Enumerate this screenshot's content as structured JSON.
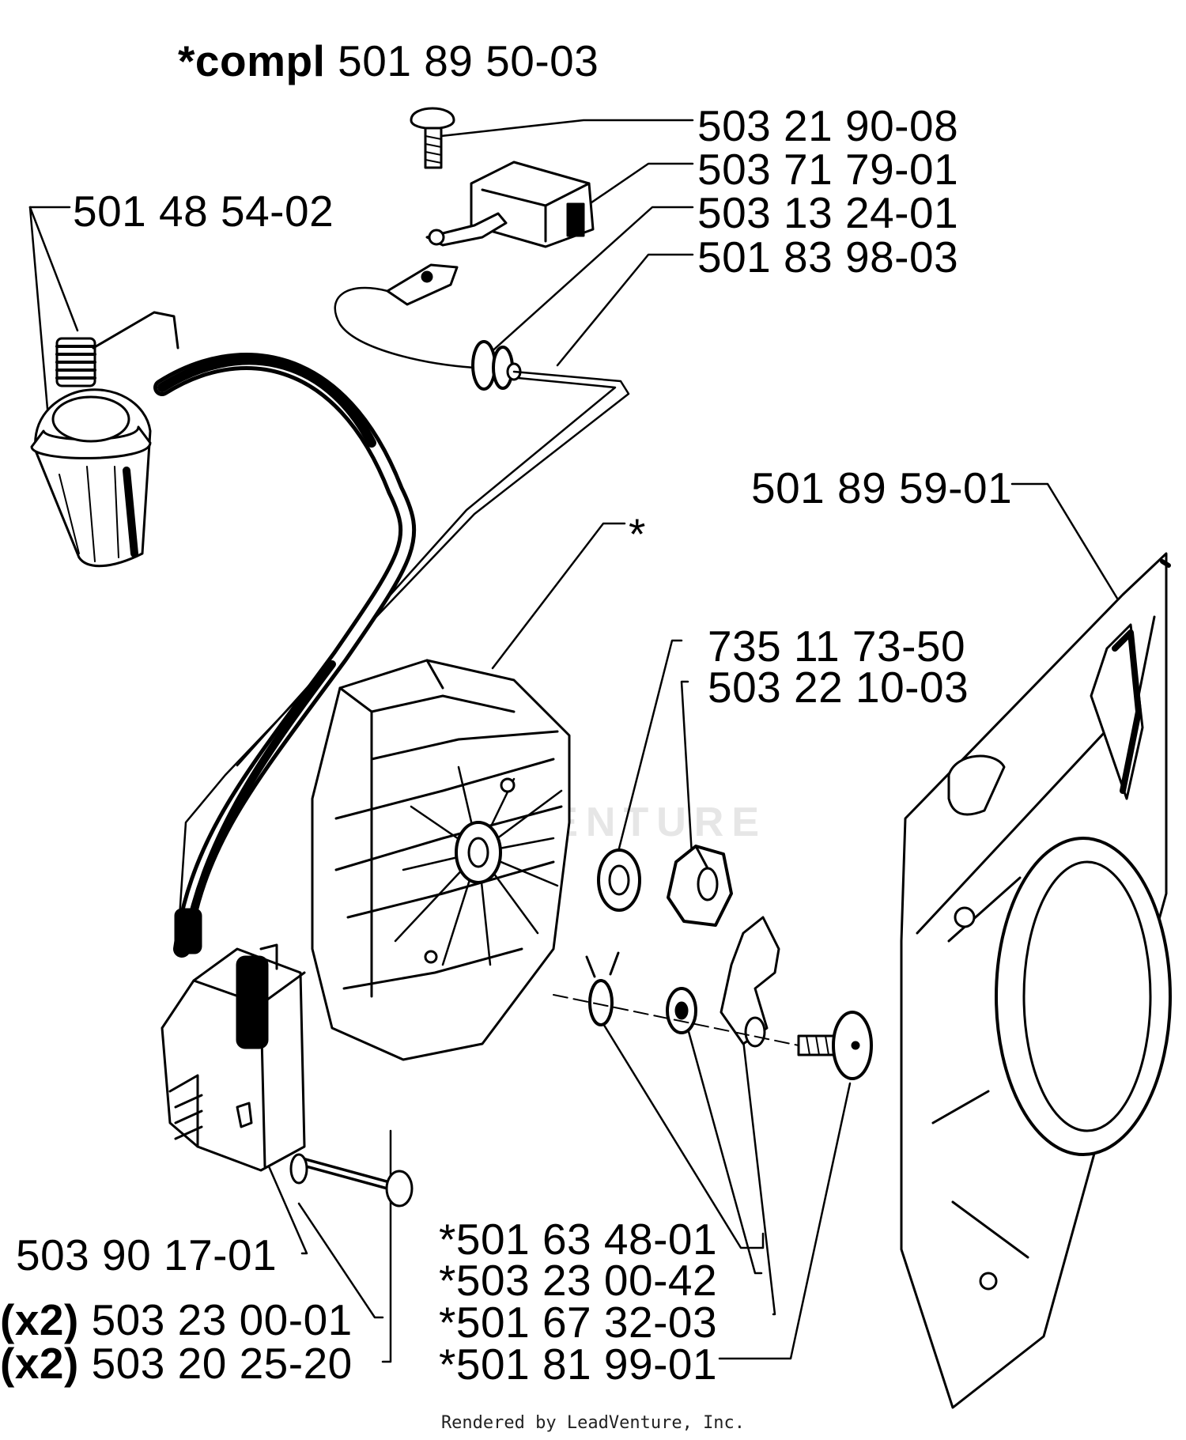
{
  "kit": {
    "prefix": "*compl",
    "part": "501 89 50-03"
  },
  "labels": {
    "screw": "503 21 90-08",
    "switch": "503 71 79-01",
    "grommet": "503 13 24-01",
    "wire": "501 83 98-03",
    "spark_plug_cap": "501 48 54-02",
    "cover_plate": "501 89 59-01",
    "flywheel": "*",
    "washer": "735 11 73-50",
    "nut": "503 22 10-03",
    "ignition_module": "503 90 17-01",
    "spring_clip": "*501 63 48-01",
    "small_washer": "*503 23 00-42",
    "pawl": "*501 67 32-03",
    "pawl_screw": "*501 81 99-01"
  },
  "qty_labels": [
    {
      "qty": "(x2)",
      "part": "503 23 00-01"
    },
    {
      "qty": "(x2)",
      "part": "503 20 25-20"
    }
  ],
  "watermark": "LEADVENTURE",
  "footer": {
    "credit": "Rendered by LeadVenture, Inc."
  }
}
